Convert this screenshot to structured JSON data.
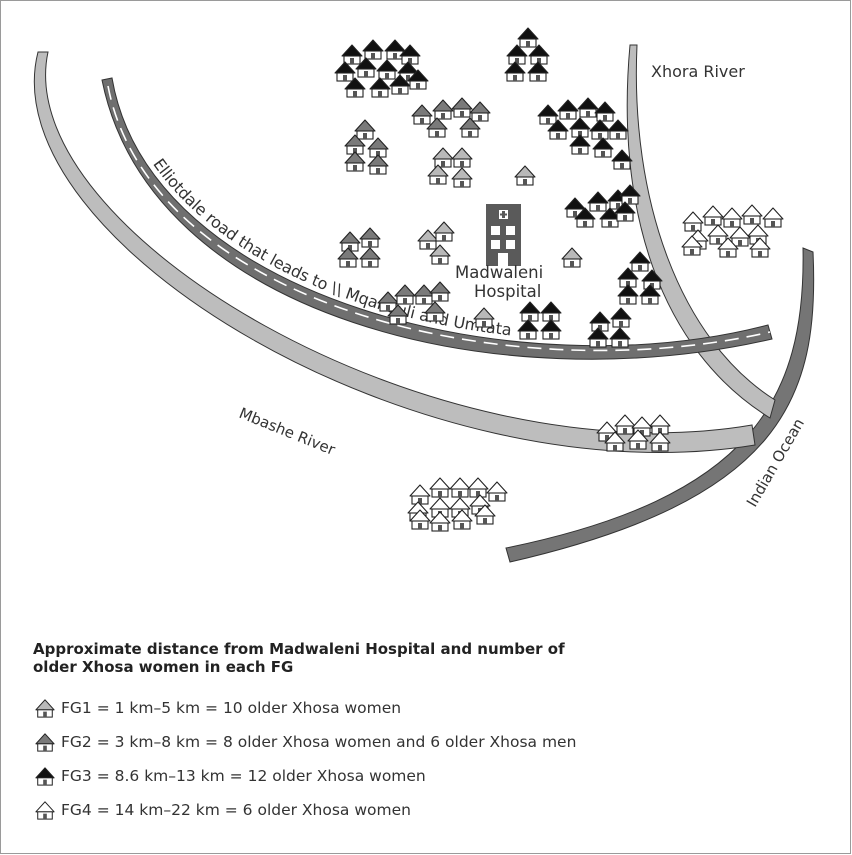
{
  "map": {
    "labels": {
      "xhora_river": "Xhora River",
      "mbashe_river": "Mbashe River",
      "indian_ocean": "Indian Ocean",
      "hospital_line1": "Madwaleni",
      "hospital_line2": "Hospital",
      "road": "Elliotdale road that leads to \\\\ Mqanduli and Umtata"
    },
    "colors": {
      "river": "#bdbdbd",
      "ocean": "#757575",
      "road": "#6f6f6f",
      "hospital": "#5a5a5a",
      "fg1": "#b9b9b9",
      "fg2": "#7a7a7a",
      "fg3": "#111111",
      "fg4": "#ffffff"
    }
  },
  "legend": {
    "title_line1": "Approximate distance from Madwaleni Hospital and number of",
    "title_line2": "older Xhosa women in each FG",
    "items": [
      {
        "group": "fg1",
        "text": "FG1 = 1 km–5 km = 10 older Xhosa women"
      },
      {
        "group": "fg2",
        "text": "FG2 = 3 km–8 km = 8 older Xhosa women and 6 older Xhosa men"
      },
      {
        "group": "fg3",
        "text": "FG3 = 8.6 km–13 km = 12 older Xhosa women"
      },
      {
        "group": "fg4",
        "text": "FG4 = 14 km–22 km = 6 older Xhosa women"
      }
    ]
  }
}
